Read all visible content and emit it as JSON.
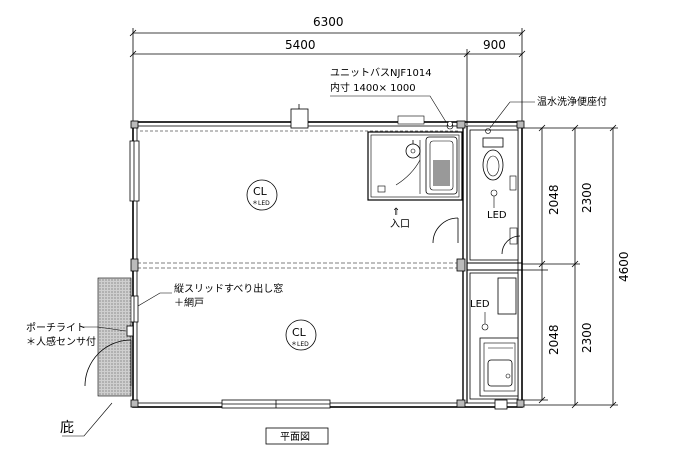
{
  "drawing": {
    "dimensions": {
      "overall_width": "6300",
      "left_width": "5400",
      "right_width": "900",
      "right_inner_upper": "2048",
      "right_outer_upper": "2300",
      "right_inner_lower": "2048",
      "right_outer_lower": "2300",
      "overall_depth": "4600"
    },
    "notes": {
      "unit_bath_line1": "ユニットバスNJF1014",
      "unit_bath_line2": "内寸 1400× 1000",
      "washlet": "温水洗浄便座付",
      "window_line1": "縦スリッドすべり出し窓",
      "window_line2": "＋網戸",
      "porch_light_line1": "ポーチライト",
      "porch_light_line2": "＊人感センサ付",
      "bottom_note": "庇"
    },
    "room_labels": {
      "ceiling_light_upper": "CL",
      "ceiling_light_upper_sub": "＊LED",
      "ceiling_light_lower": "CL",
      "ceiling_light_lower_sub": "＊LED",
      "entrance": "入口",
      "toilet_led": "LED",
      "kitchen_led": "LED"
    },
    "title": "平面図"
  }
}
